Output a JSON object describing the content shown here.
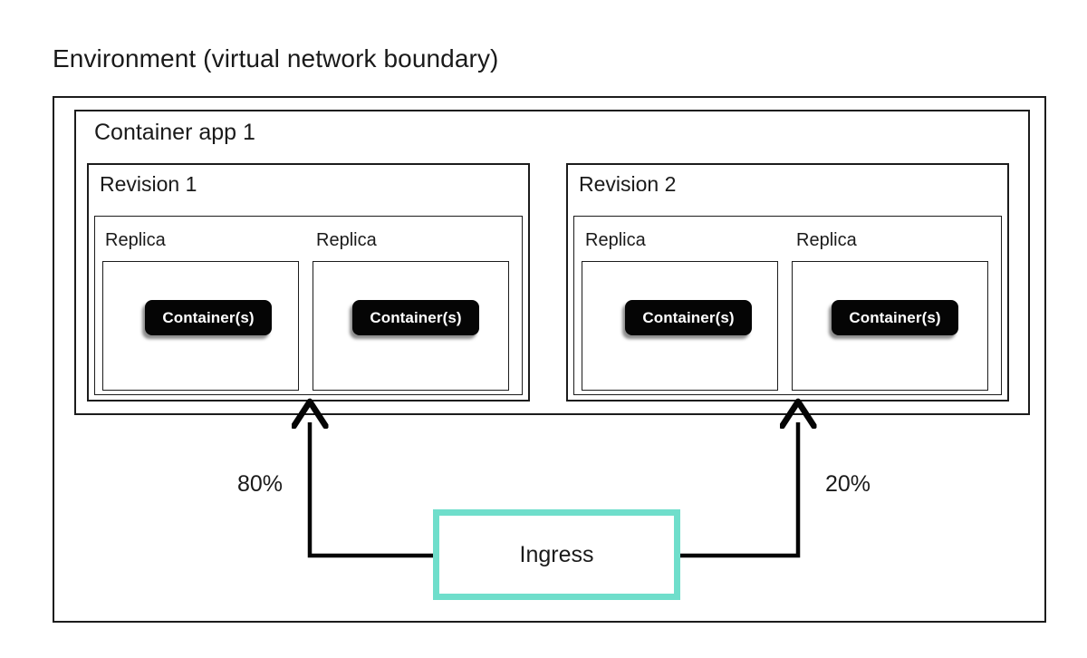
{
  "diagram": {
    "title_bold": "Environment",
    "title_rest": " (virtual network boundary)",
    "container_app": {
      "label": "Container app 1",
      "revisions": [
        {
          "label": "Revision 1",
          "traffic_percent": "80%",
          "replicas": [
            {
              "label": "Replica",
              "container": "Container(s)"
            },
            {
              "label": "Replica",
              "container": "Container(s)"
            }
          ]
        },
        {
          "label": "Revision 2",
          "traffic_percent": "20%",
          "replicas": [
            {
              "label": "Replica",
              "container": "Container(s)"
            },
            {
              "label": "Replica",
              "container": "Container(s)"
            }
          ]
        }
      ]
    },
    "ingress": {
      "label": "Ingress",
      "border_color": "#6fdecb"
    },
    "colors": {
      "stroke": "#1c1c1c",
      "pill_fill": "#050505",
      "pill_text": "#ffffff",
      "ingress_accent": "#6fdecb",
      "background": "#ffffff"
    }
  }
}
